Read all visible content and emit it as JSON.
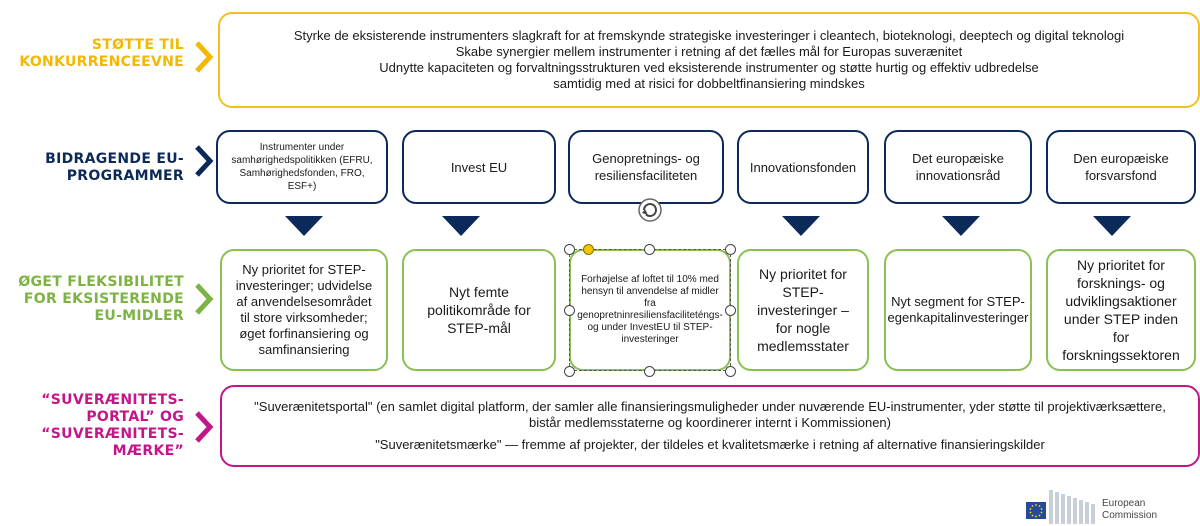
{
  "labels": {
    "row1": [
      "STØTTE TIL",
      "KONKURRENCEEVNE"
    ],
    "row2": [
      "BIDRAGENDE EU-",
      "PROGRAMMER"
    ],
    "row3": [
      "ØGET FLEKSIBILITET",
      "FOR EKSISTERENDE",
      "EU-MIDLER"
    ],
    "row4": [
      "“SUVERÆNITETS-",
      "PORTAL” OG",
      "“SUVERÆNITETS-",
      "MÆRKE”"
    ]
  },
  "top_box": [
    "Styrke de eksisterende instrumenters slagkraft for at fremskynde strategiske investeringer i cleantech, bioteknologi, deeptech og digital teknologi",
    "Skabe synergier mellem instrumenter i retning af det fælles mål for Europas suverænitet",
    "Udnytte kapaciteten og forvaltningsstrukturen ved eksisterende instrumenter og støtte hurtig og effektiv udbredelse",
    "samtidig med at risici for dobbeltfinansiering mindskes"
  ],
  "programs": [
    "Instrumenter under samhørighedspolitikken (EFRU, Samhørighedsfonden, FRO, ESF+)",
    "Invest EU",
    "Genopretnings- og resiliensfaciliteten",
    "Innovationsfonden",
    "Det europæiske innovationsråd",
    "Den europæiske forsvarsfond"
  ],
  "flexibility": [
    "Ny prioritet for STEP-investeringer; udvidelse af anvendelsesområdet til store virksomheder; øget forfinansiering og samfinansiering",
    "Nyt femte politikområde for STEP-mål",
    "Forhøjelse af loftet til 10% med hensyn til anvendelse af midler fra genopretninresiliensfaciliteténgs- og under InvestEU til STEP-investeringer",
    "Ny prioritet for STEP-investeringer – for nogle medlemsstater",
    "Nyt segment for STEP-egenkapitalinvesteringer",
    "Ny prioritet for forsknings- og udviklingsaktioner under STEP inden for forskningssektoren"
  ],
  "bottom_box": [
    "\"Suverænitetsportal\" (en samlet digital platform, der samler alle finansieringsmuligheder under nuværende EU-instrumenter, yder støtte til projektiværksættere, bistår medlemsstaterne og koordinerer internt i Kommissionen)",
    "\"Suverænitetsmærke\" — fremme af projekter, der tildeles et kvalitetsmærke i retning af alternative finansieringskilder"
  ],
  "logo": {
    "line1": "European",
    "line2": "Commission"
  },
  "colors": {
    "yellow": "#f3b800",
    "navy": "#0b2a5a",
    "green": "#7cb342",
    "magenta": "#c2168a"
  }
}
